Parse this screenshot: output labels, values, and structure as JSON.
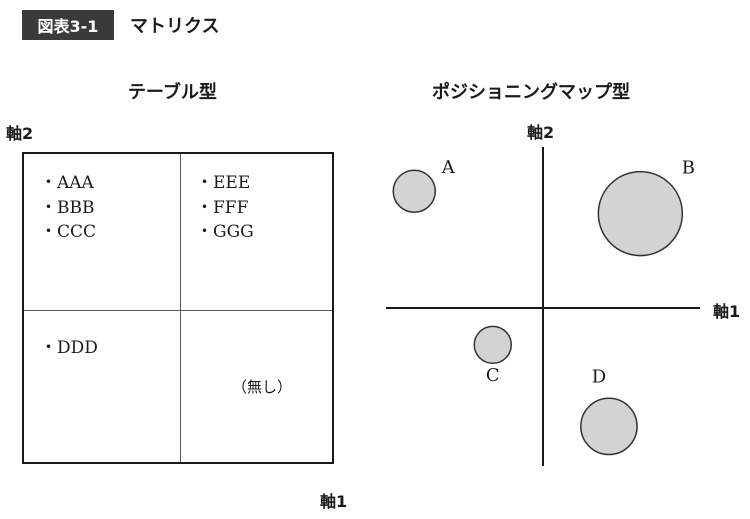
{
  "figure": {
    "number": "図表3-1",
    "title": "マトリクス"
  },
  "table_type": {
    "title": "テーブル型",
    "axis_y": "軸2",
    "axis_x": "軸1",
    "quadrants": {
      "top_left": [
        "AAA",
        "BBB",
        "CCC"
      ],
      "top_right": [
        "EEE",
        "FFF",
        "GGG"
      ],
      "bottom_left": [
        "DDD"
      ],
      "bottom_right_note": "（無し）"
    }
  },
  "positioning_map": {
    "title": "ポジショニングマップ型",
    "axis_y": "軸2",
    "axis_x": "軸1",
    "points": [
      {
        "label": "A",
        "x": -0.82,
        "y": 0.73,
        "size": 0.5
      },
      {
        "label": "B",
        "x": 0.62,
        "y": 0.59,
        "size": 1.0
      },
      {
        "label": "C",
        "x": -0.32,
        "y": -0.23,
        "size": 0.44
      },
      {
        "label": "D",
        "x": 0.42,
        "y": -0.74,
        "size": 0.67
      }
    ],
    "circle_fill": "#d3d3d3",
    "circle_stroke": "#333333"
  }
}
